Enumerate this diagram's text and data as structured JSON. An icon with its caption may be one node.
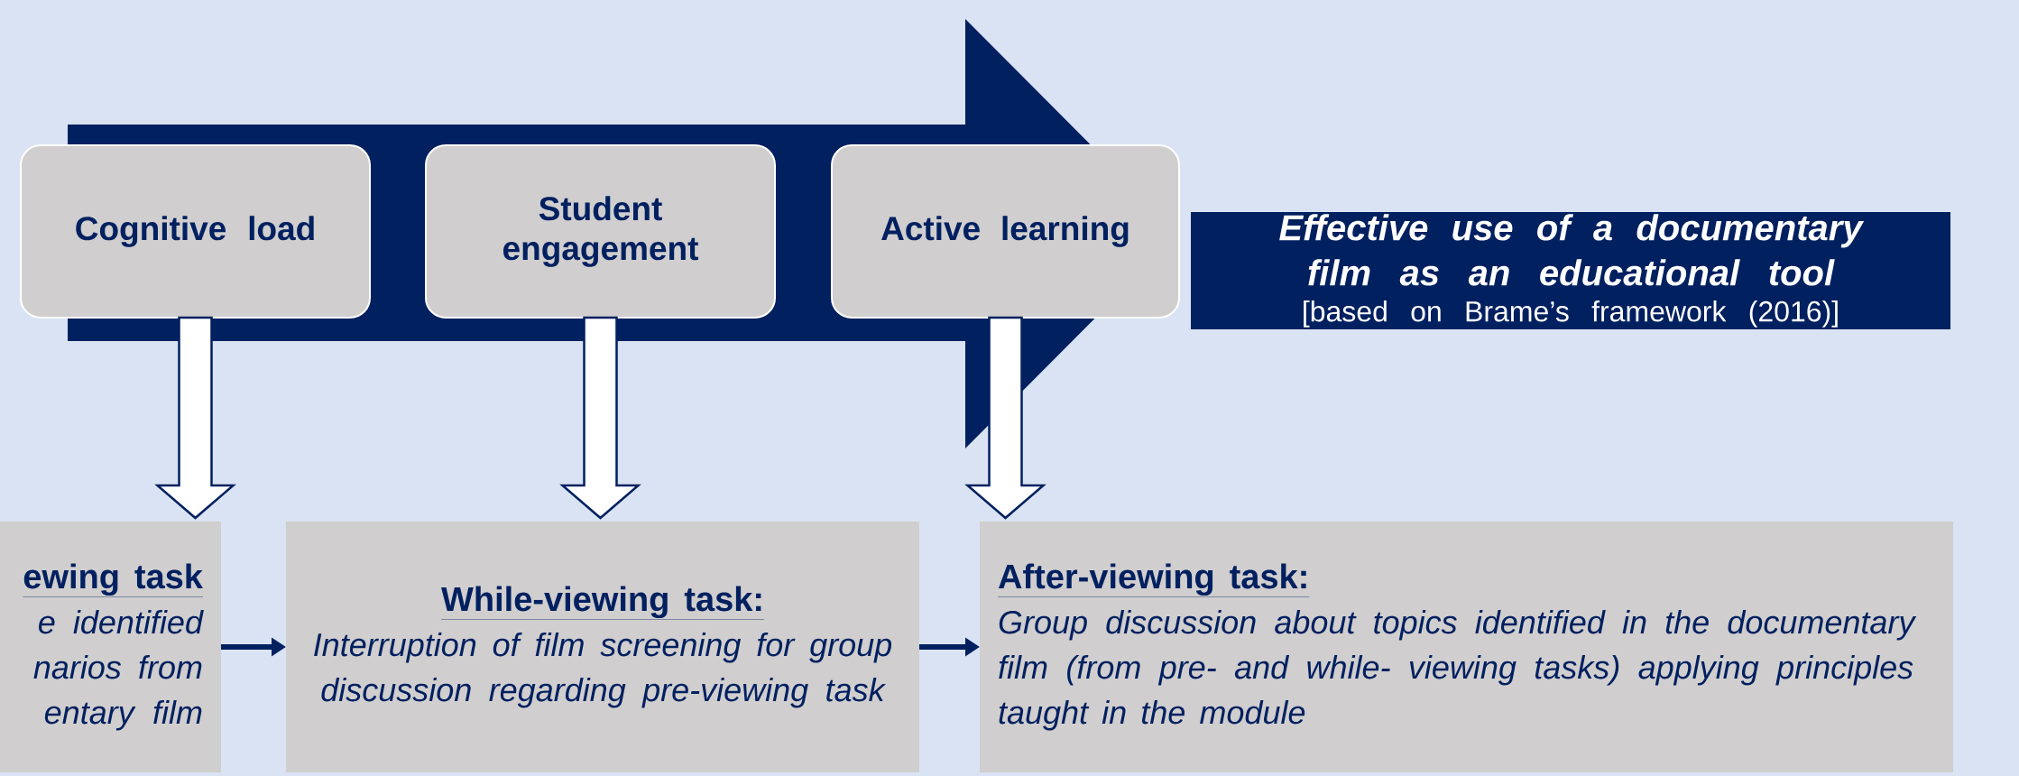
{
  "diagram": {
    "nodes": [
      {
        "text": [
          "Cognitive load"
        ]
      },
      {
        "text": [
          "Student engagement"
        ]
      },
      {
        "text": [
          "Active learning"
        ]
      },
      {
        "text": [
          "Effective use of a documentary film as an educational tool",
          "[based on Brame’s framework (2016)]"
        ]
      },
      {
        "text": [
          "ewing task",
          "e identified narios from entary film"
        ]
      },
      {
        "text": [
          "While-viewing task:",
          "Interruption of film screening for group discussion regarding pre-viewing task"
        ]
      },
      {
        "text": [
          "After-viewing task:",
          "Group discussion about topics identified in the documentary film (from pre- and while- viewing tasks) applying principles taught in the module"
        ]
      }
    ],
    "edges": [
      {
        "from": 0,
        "to": 3,
        "arrow": "to",
        "style": "thick"
      },
      {
        "from": 0,
        "to": 4,
        "arrow": "to",
        "style": "thick"
      },
      {
        "from": 1,
        "to": 5,
        "arrow": "to",
        "style": "thick"
      },
      {
        "from": 2,
        "to": 6,
        "arrow": "to",
        "style": "thick"
      },
      {
        "from": 4,
        "to": 5,
        "arrow": "to"
      },
      {
        "from": 5,
        "to": 6,
        "arrow": "to"
      }
    ]
  }
}
